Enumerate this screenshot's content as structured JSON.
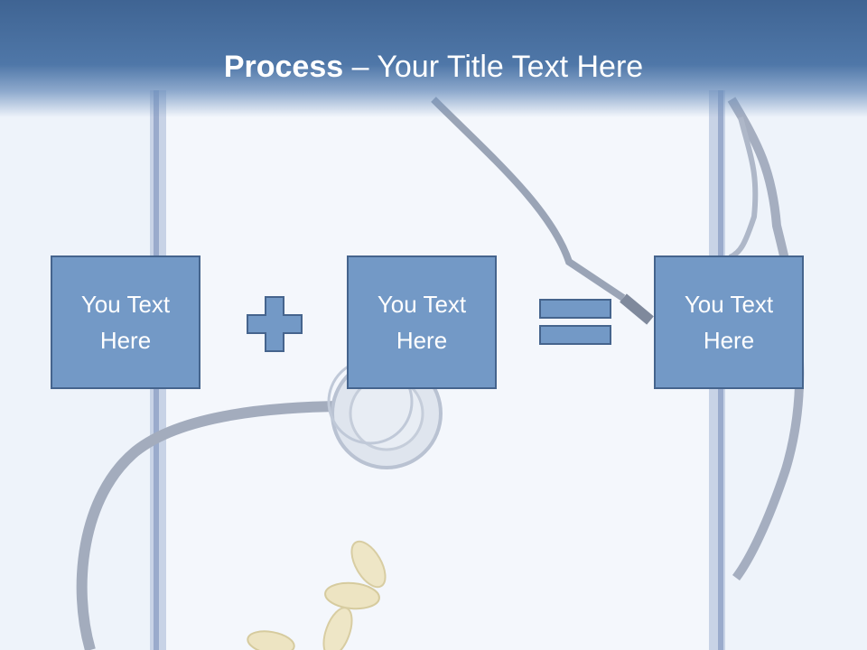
{
  "slide": {
    "title_bold": "Process",
    "title_rest": " – Your Title Text Here",
    "boxes": [
      {
        "line1": "You Text",
        "line2": "Here"
      },
      {
        "line1": "You Text",
        "line2": "Here"
      },
      {
        "line1": "You Text",
        "line2": "Here"
      }
    ],
    "operators": [
      "plus-icon",
      "equals-icon"
    ],
    "colors": {
      "header": "#4a72a3",
      "box_fill": "#7399c6",
      "box_border": "#45648d",
      "background": "#eef3fa"
    }
  }
}
